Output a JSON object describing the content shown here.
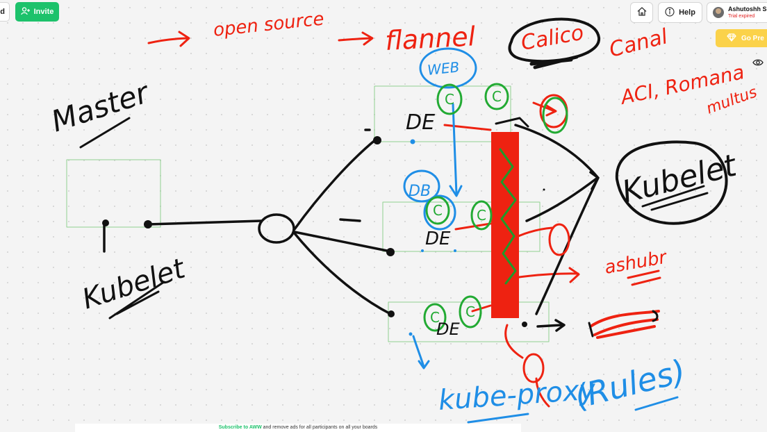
{
  "toolbar": {
    "left_stub_label": "d",
    "invite_label": "Invite",
    "help_label": "Help",
    "user_name": "Ashutoshh Si",
    "user_status": "Trial expired",
    "go_premium_label": "Go Pre"
  },
  "footer": {
    "subscribe_link": "Subscribe to AWW",
    "rest_text": " and remove ads for all participants on all your boards"
  },
  "colors": {
    "invite_bg": "#1dc26b",
    "premium_bg": "#fbd24a",
    "ink_red": "#ee2211",
    "ink_green": "#22aa33",
    "ink_blue": "#1f8ee6",
    "ink_black": "#111111",
    "status_red": "#e02020"
  },
  "icons": {
    "invite": "add-user-icon",
    "home": "home-icon",
    "help": "info-icon",
    "premium": "diamond-icon",
    "visibility": "eye-icon"
  },
  "whiteboard": {
    "red_notes": [
      "open source",
      "flannel",
      "Calico",
      "Canal",
      "ACI, Romana",
      "multus",
      "ashubr"
    ],
    "black_notes": [
      "Master",
      "Kubelet",
      "DE",
      "DE",
      "DE",
      "Kubelet"
    ],
    "blue_notes": [
      "WEB",
      "DB",
      "kube-proxy",
      "(Rules)"
    ],
    "green_notes": [
      "C",
      "C",
      "C",
      "C",
      "C",
      "C"
    ]
  }
}
